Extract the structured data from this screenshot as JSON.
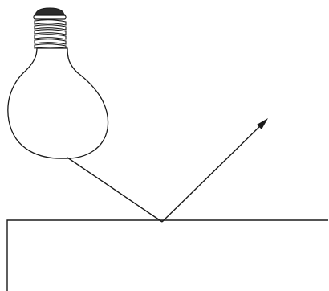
{
  "diagram": {
    "type": "light reflection",
    "elements": [
      "light-bulb",
      "incident-ray",
      "reflected-ray",
      "reflecting-surface"
    ],
    "colors": {
      "stroke": "#1a1a1a",
      "bulb_cap": "#2b2b2b",
      "background": "#ffffff"
    }
  }
}
